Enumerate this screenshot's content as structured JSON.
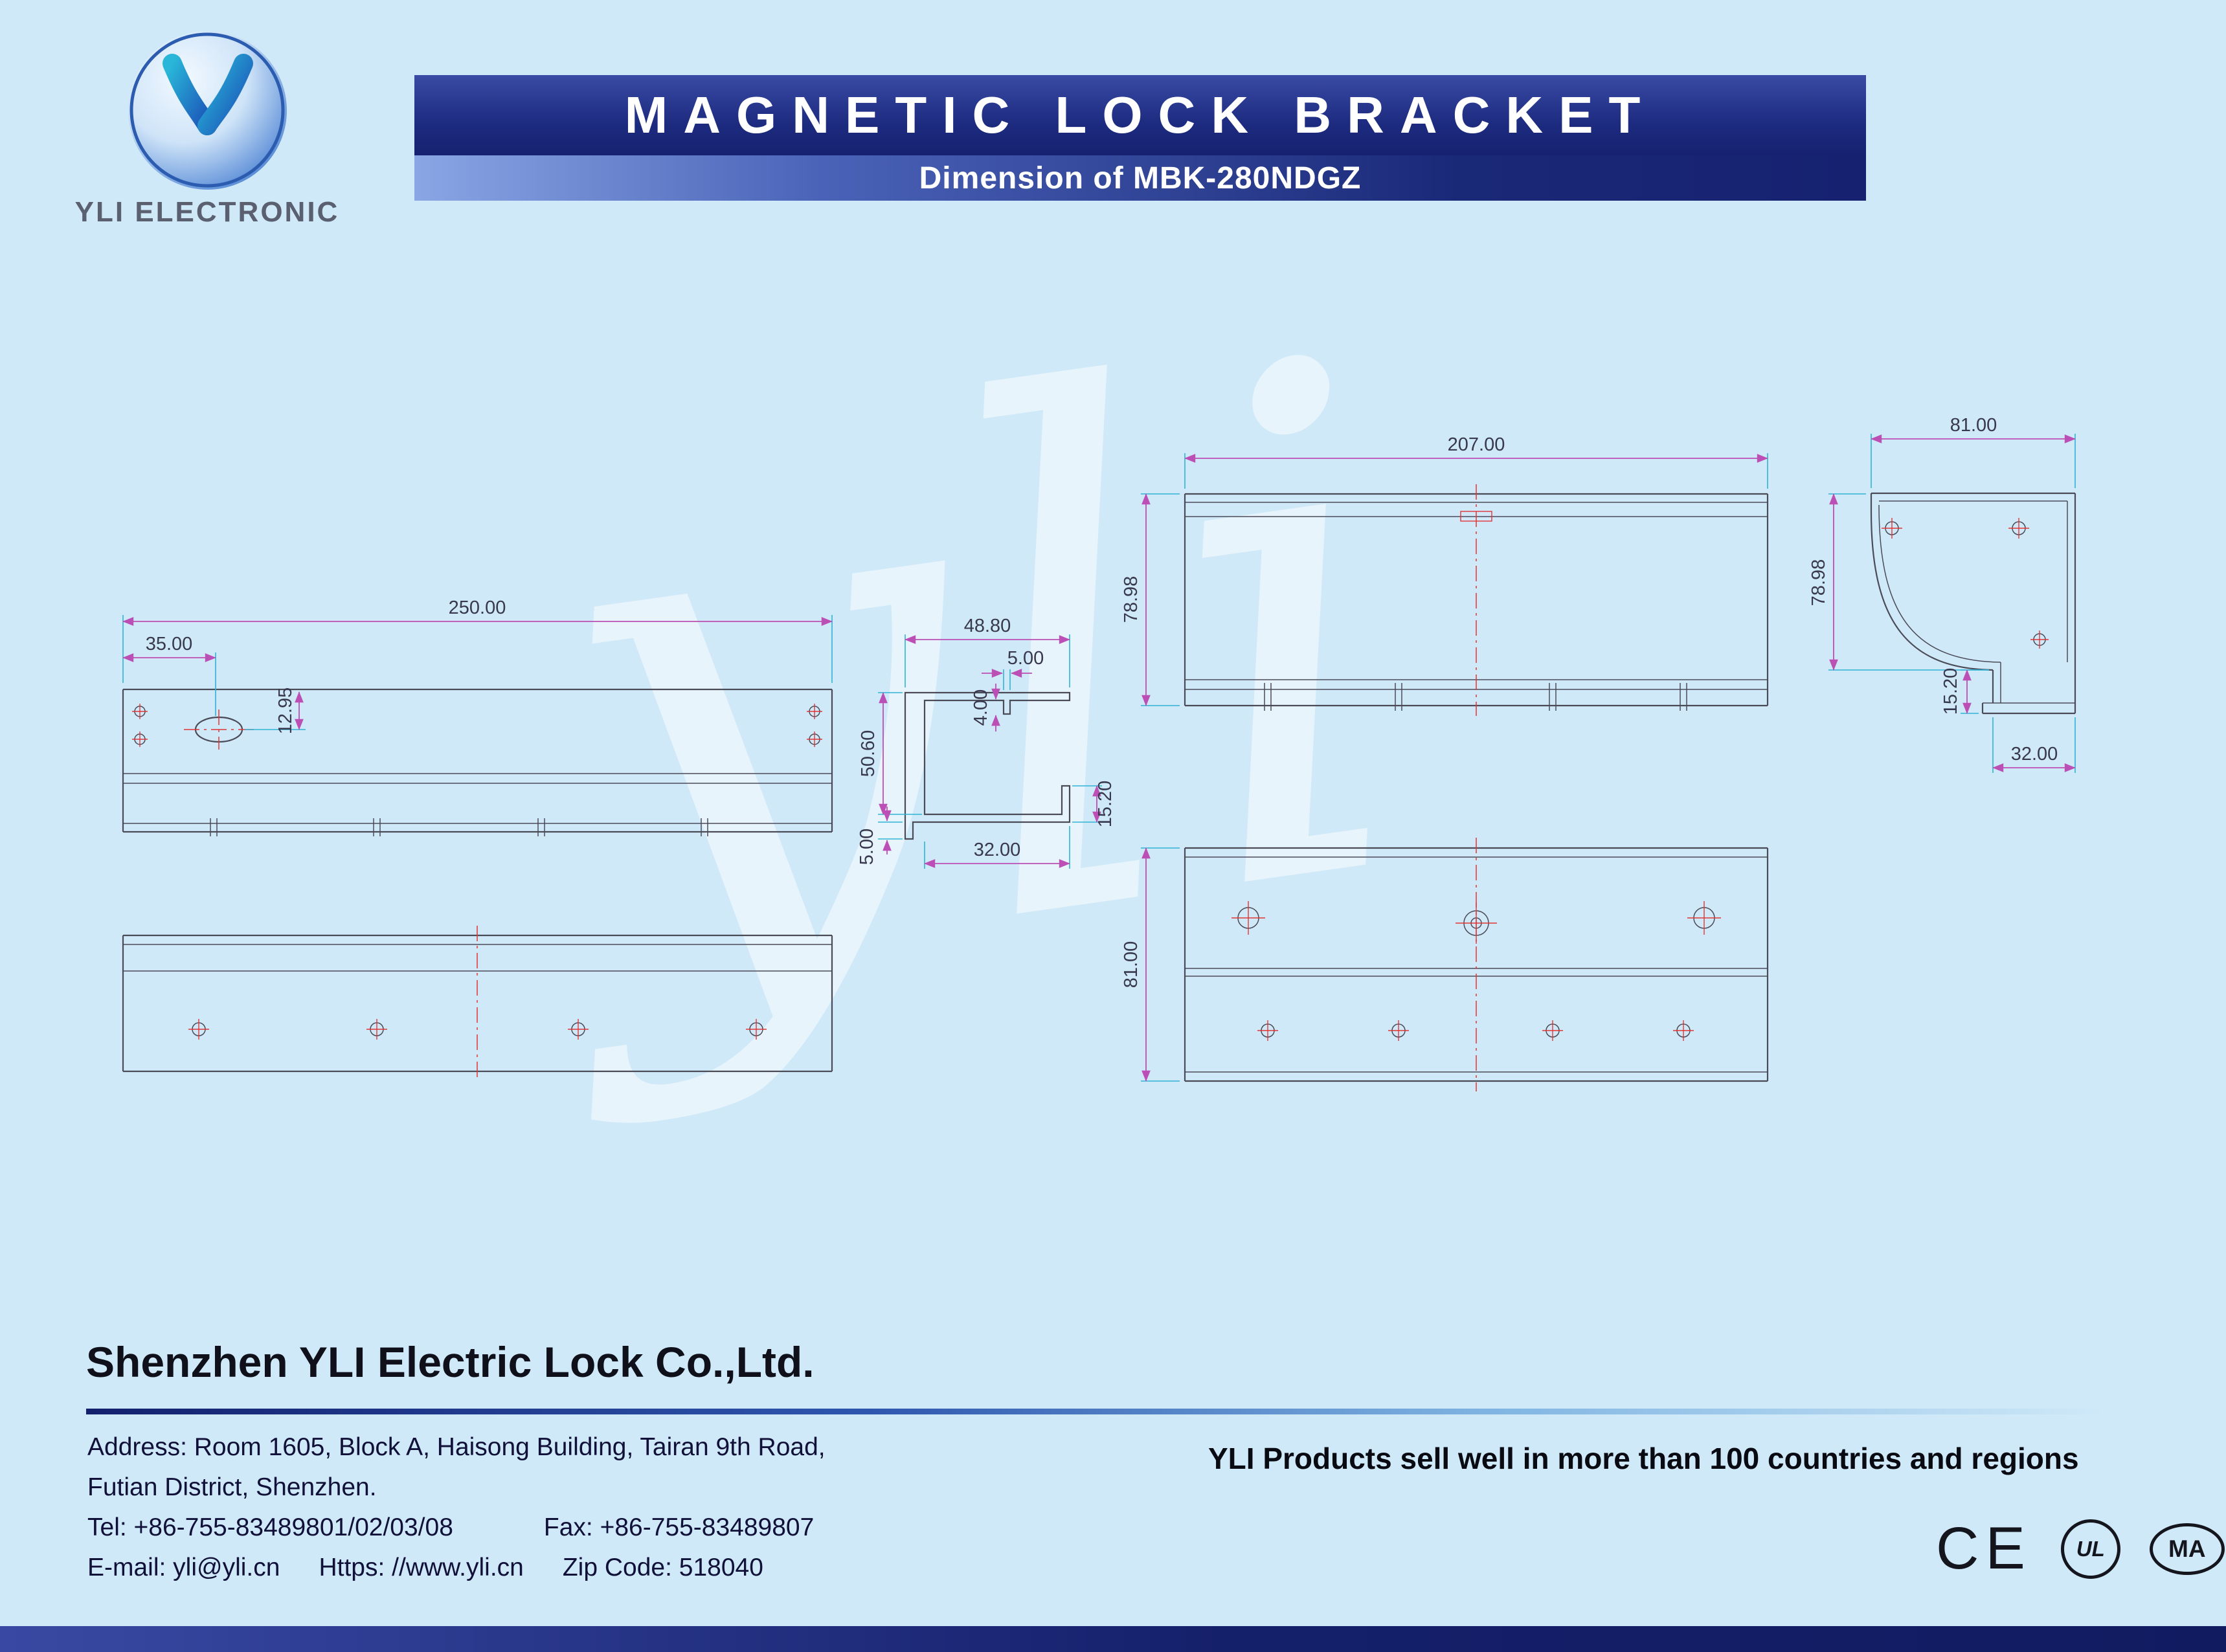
{
  "header": {
    "logo_text": "YLI ELECTRONIC",
    "title": "MAGNETIC LOCK BRACKET",
    "subtitle": "Dimension of MBK-280NDGZ"
  },
  "watermark": "yli",
  "drawing": {
    "dims": {
      "d250": "250.00",
      "d35": "35.00",
      "d1295": "12.95",
      "d4880": "48.80",
      "d5a": "5.00",
      "d4": "4.00",
      "d5060": "50.60",
      "d1520a": "15.20",
      "d5b": "5.00",
      "d32a": "32.00",
      "d207": "207.00",
      "d7898a": "78.98",
      "d81a": "81.00",
      "d81b": "81.00",
      "d7898b": "78.98",
      "d1520b": "15.20",
      "d32b": "32.00"
    }
  },
  "footer": {
    "company": "Shenzhen YLI Electric Lock Co.,Ltd.",
    "address_line1": "Address: Room 1605, Block A, Haisong Building, Tairan 9th Road,",
    "address_line2": "Futian District, Shenzhen.",
    "tel": "Tel: +86-755-83489801/02/03/08",
    "fax": "Fax: +86-755-83489807",
    "email": "E-mail: yli@yli.cn",
    "website": "Https: //www.yli.cn",
    "zip": "Zip Code: 518040",
    "tagline": "YLI Products sell well in more than 100 countries and regions",
    "certs": {
      "ce": "CE",
      "ul": "UL",
      "ma": "MA"
    }
  }
}
